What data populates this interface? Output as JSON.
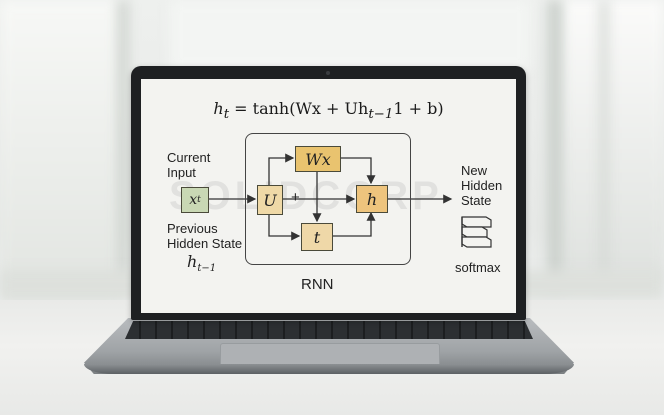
{
  "screen": {
    "formula_main": "h",
    "formula_main_sub": "t",
    "formula_rest": " = tanh(Wx + Uh",
    "formula_rest_sub": "t−1",
    "formula_tail": "1 + b)",
    "input_label": "Current\nInput",
    "input_symbol": "x",
    "input_symbol_sub": "t",
    "previous_label": "Previous\nHidden State",
    "previous_symbol": "h",
    "previous_symbol_sub": "t−1",
    "node_wx": "Wx",
    "node_u": "U",
    "plus_sign": "+",
    "node_h": "h",
    "node_t": "t",
    "block_label": "RNN",
    "output_label": "New\nHidden\nState",
    "softmax_label": "softmax",
    "watermark": "SOLIDCORP"
  },
  "colors": {
    "wx_fill": "#e9c36f",
    "h_fill": "#eec47d",
    "x_fill": "#c9d8b4",
    "screen_bg": "#f3f3f0",
    "bezel": "#1e2022"
  }
}
